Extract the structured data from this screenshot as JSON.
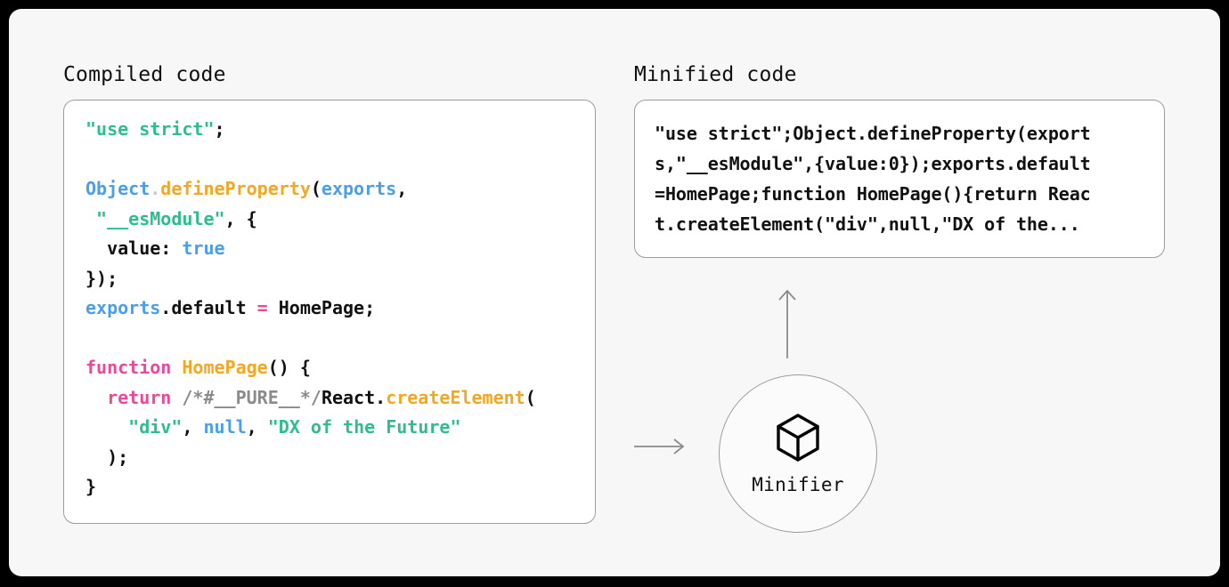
{
  "frame": {
    "background": "#f7f7f7",
    "border_color": "#000000"
  },
  "colors": {
    "string": "#2ebd8f",
    "identifier": "#4a9eeb",
    "function": "#f5a623",
    "keyword": "#ec4899",
    "comment": "#8b8b8b",
    "text": "#111111",
    "border": "#9c9c9c",
    "arrow": "#8b8b8b",
    "card_background": "#ffffff"
  },
  "left_panel": {
    "heading": "Compiled code",
    "code_plain": "\"use strict\";\n\nObject.defineProperty(exports,\n \"__esModule\", {\n  value: true\n});\nexports.default = HomePage;\n\nfunction HomePage() {\n  return /*#__PURE__*/React.createElement(\n    \"div\", null, \"DX of the Future\"\n  );\n}",
    "lines": [
      {
        "tokens": [
          {
            "text": "\"use strict\"",
            "type": "string"
          },
          {
            "text": ";",
            "type": "punct"
          }
        ]
      },
      {
        "tokens": []
      },
      {
        "tokens": [
          {
            "text": "Object",
            "type": "identifier"
          },
          {
            "text": ".",
            "type": "dim"
          },
          {
            "text": "defineProperty",
            "type": "function"
          },
          {
            "text": "(",
            "type": "punct"
          },
          {
            "text": "exports",
            "type": "identifier"
          },
          {
            "text": ",",
            "type": "punct"
          }
        ]
      },
      {
        "tokens": [
          {
            "text": " ",
            "type": "punct"
          },
          {
            "text": "\"__esModule\"",
            "type": "string"
          },
          {
            "text": ", {",
            "type": "punct"
          }
        ]
      },
      {
        "tokens": [
          {
            "text": "  value: ",
            "type": "punct"
          },
          {
            "text": "true",
            "type": "identifier"
          }
        ]
      },
      {
        "tokens": [
          {
            "text": "});",
            "type": "punct"
          }
        ]
      },
      {
        "tokens": [
          {
            "text": "exports",
            "type": "identifier"
          },
          {
            "text": ".default ",
            "type": "punct"
          },
          {
            "text": "=",
            "type": "keyword"
          },
          {
            "text": " HomePage;",
            "type": "punct"
          }
        ]
      },
      {
        "tokens": []
      },
      {
        "tokens": [
          {
            "text": "function",
            "type": "keyword"
          },
          {
            "text": " ",
            "type": "punct"
          },
          {
            "text": "HomePage",
            "type": "function"
          },
          {
            "text": "() {",
            "type": "punct"
          }
        ]
      },
      {
        "tokens": [
          {
            "text": "  ",
            "type": "punct"
          },
          {
            "text": "return",
            "type": "keyword"
          },
          {
            "text": " ",
            "type": "punct"
          },
          {
            "text": "/*#__PURE__*/",
            "type": "comment"
          },
          {
            "text": "React.",
            "type": "punct"
          },
          {
            "text": "createElement",
            "type": "function"
          },
          {
            "text": "(",
            "type": "punct"
          }
        ]
      },
      {
        "tokens": [
          {
            "text": "    ",
            "type": "punct"
          },
          {
            "text": "\"div\"",
            "type": "string"
          },
          {
            "text": ", ",
            "type": "punct"
          },
          {
            "text": "null",
            "type": "identifier"
          },
          {
            "text": ", ",
            "type": "punct"
          },
          {
            "text": "\"DX of the Future\"",
            "type": "string"
          }
        ]
      },
      {
        "tokens": [
          {
            "text": "  );",
            "type": "punct"
          }
        ]
      },
      {
        "tokens": [
          {
            "text": "}",
            "type": "punct"
          }
        ]
      }
    ]
  },
  "right_panel": {
    "heading": "Minified code",
    "code": "\"use strict\";Object.defineProperty(exports,\"__esModule\",{value:0});exports.default=HomePage;function HomePage(){return React.createElement(\"div\",null,\"DX of the...",
    "wrapped_lines": [
      "\"use strict\";Object.defineProperty(export",
      "s,\"__esModule\",{value:0});exports.default",
      "=HomePage;function HomePage(){return Reac",
      "t.createElement(\"div\",null,\"DX of the..."
    ]
  },
  "minifier": {
    "label": "Minifier",
    "icon": "cube-icon"
  },
  "arrows": {
    "input_arrow": "arrow-right",
    "output_arrow": "arrow-up"
  }
}
